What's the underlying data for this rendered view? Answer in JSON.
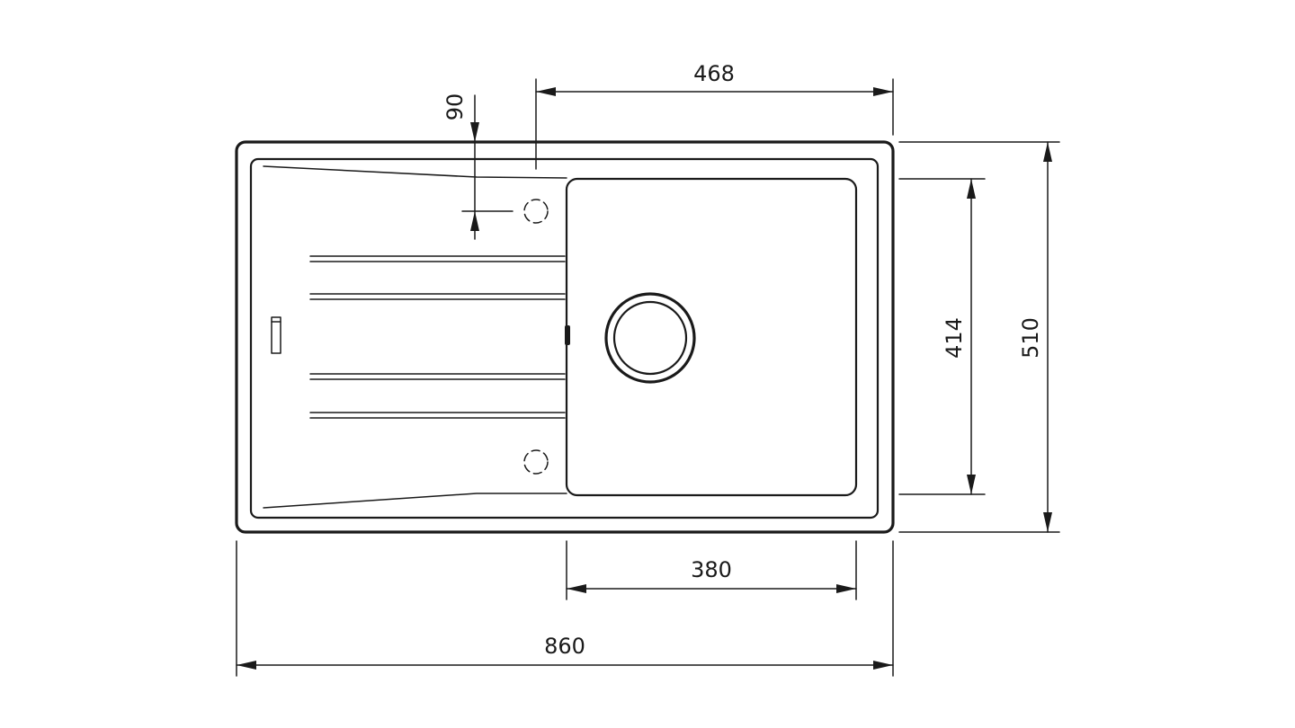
{
  "drawing": {
    "colors": {
      "line": "#1a1a1a",
      "background": "#ffffff"
    },
    "dimensions": {
      "overall_width": "860",
      "overall_depth": "510",
      "bowl_width": "380",
      "bowl_depth": "414",
      "tap_offset": "468",
      "tap_edge_offset": "90"
    }
  }
}
